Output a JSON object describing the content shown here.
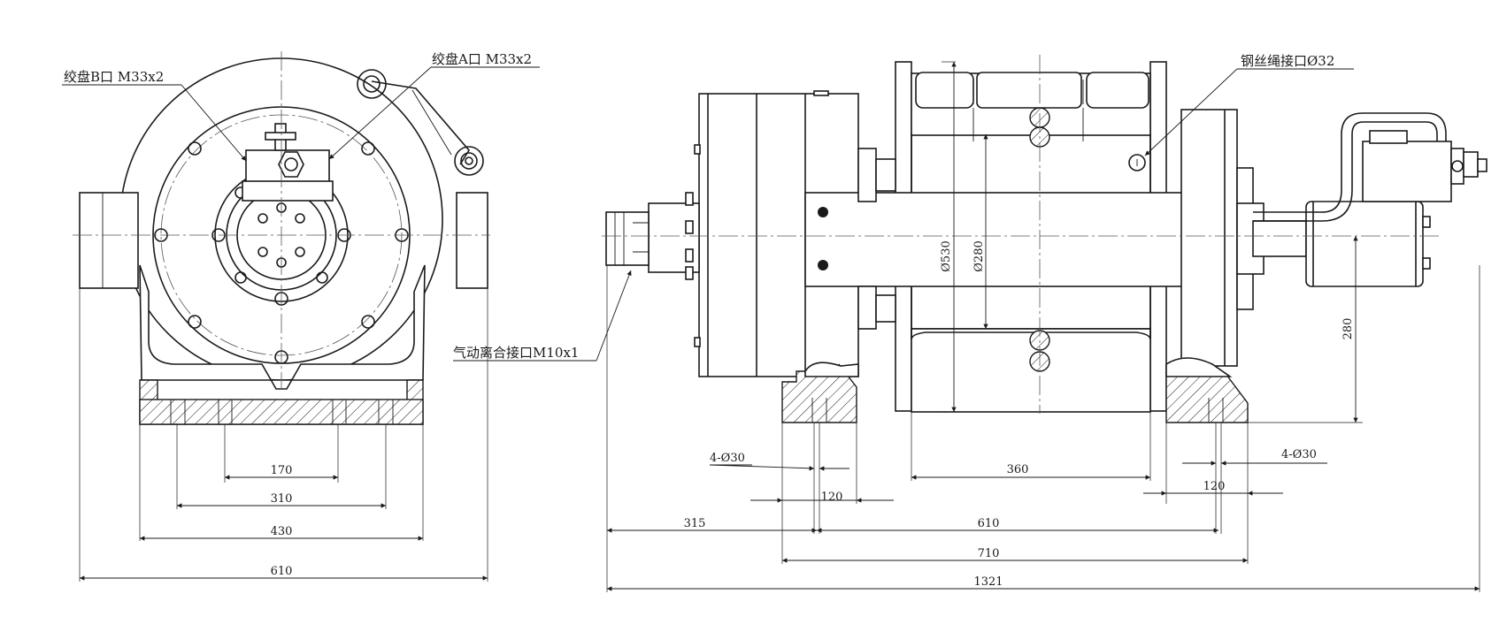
{
  "callouts": {
    "port_b": "绞盘B口 M33x2",
    "port_a": "绞盘A口 M33x2",
    "rope_port": "钢丝绳接口Ø32",
    "clutch_port": "气动离合接口M10x1"
  },
  "dimensions": {
    "front_170": "170",
    "front_310": "310",
    "front_430": "430",
    "front_610": "610",
    "side_4d30_left": "4-Ø30",
    "side_4d30_right": "4-Ø30",
    "side_120_left": "120",
    "side_120_right": "120",
    "side_360": "360",
    "side_315": "315",
    "side_610": "610",
    "side_710": "710",
    "side_1321": "1321",
    "dia_530": "Ø530",
    "dia_280": "Ø280",
    "height_280": "280"
  }
}
